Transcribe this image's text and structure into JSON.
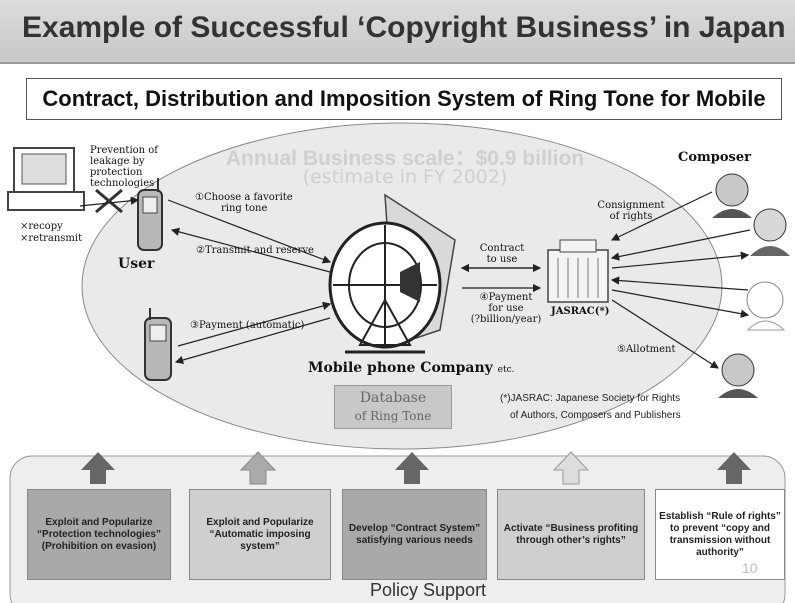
{
  "title": "Example of Successful ‘Copyright Business’ in Japan",
  "subtitle": "Contract, Distribution and Imposition System of Ring Tone for Mobile",
  "scale_line1": "Annual Business scale：$0.9 billion",
  "scale_line2": "(estimate in FY 2002)",
  "prevention": [
    "Prevention of",
    "leakage by",
    "protection",
    "technologies"
  ],
  "recopy": "×recopy",
  "retransmit": "×retransmit",
  "user": "User",
  "choose": [
    "①Choose a favorite",
    "ring tone"
  ],
  "transmit": "②Transmit and reserve",
  "payment_auto": "③Payment  (automatic)",
  "contract": [
    "Contract",
    "to use"
  ],
  "payment_use": [
    "④Payment",
    "for use",
    "(?billion/year)"
  ],
  "jasrac": "JASRAC(*)",
  "composer": "Composer",
  "consignment": [
    "Consignment",
    "of rights"
  ],
  "allotment": "⑤Allotment",
  "mobile_company": "Mobile phone Company",
  "mobile_etc": "etc.",
  "database": [
    "Database",
    "of Ring Tone"
  ],
  "jasrac_note": [
    "(*)JASRAC: Japanese Society  for Rights",
    "of Authors, Composers and Publishers"
  ],
  "policy_boxes": [
    {
      "text": "Exploit and Popularize “Protection technologies” (Prohibition on evasion)",
      "fill": "#a9a9a9"
    },
    {
      "text": "Exploit  and Popularize “Automatic imposing system”",
      "fill": "#cfcfcf"
    },
    {
      "text": "Develop “Contract System” satisfying various needs",
      "fill": "#a9a9a9"
    },
    {
      "text": "Activate “Business profiting through other’s rights”",
      "fill": "#cfcfcf"
    },
    {
      "text": "Establish “Rule of rights” to prevent “copy and transmission without authority”",
      "fill": "#ffffff"
    }
  ],
  "policy_support": "Policy Support",
  "page_number": "10"
}
